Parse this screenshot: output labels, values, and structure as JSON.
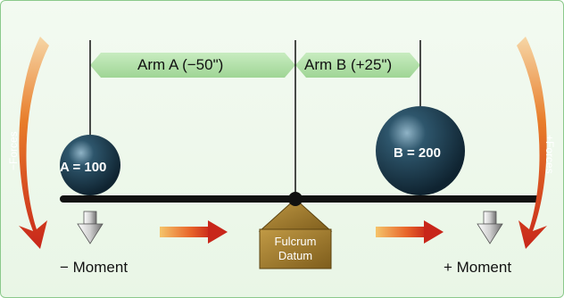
{
  "arms": {
    "a_label": "Arm A (−50\")",
    "b_label": "Arm B (+25\")"
  },
  "weights": {
    "a_label": "A = 100",
    "b_label": "B = 200"
  },
  "fulcrum": {
    "line1": "Fulcrum",
    "line2": "Datum"
  },
  "moments": {
    "negative": "− Moment",
    "positive": "+ Moment"
  },
  "forces": {
    "negative": "−Forces",
    "positive": "+Forces"
  },
  "colors": {
    "frame_border": "#8bc98b",
    "arm_band": "#a9dca0",
    "weight_sphere": "#1f3c4e",
    "fulcrum_block": "#9e7a2c",
    "arrow_red": "#c8261a",
    "arrow_orange": "#f0a030"
  },
  "icons": {
    "down_arrow": "down-arrow-icon",
    "right_arrow": "right-arrow-icon",
    "curved_arrow": "curved-arrow-icon"
  }
}
